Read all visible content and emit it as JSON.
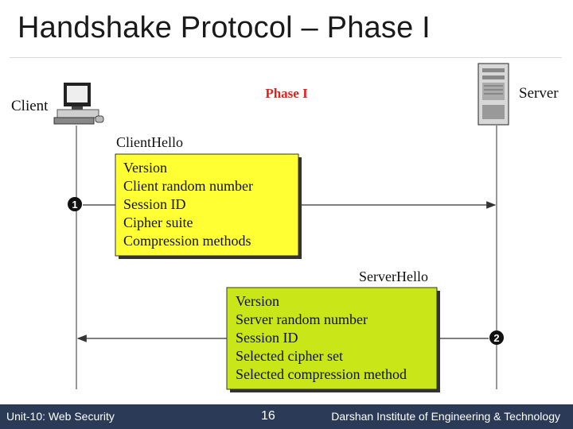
{
  "slide": {
    "title": "Handshake Protocol – Phase I"
  },
  "diagram": {
    "phase_label": "Phase I",
    "client_label": "Client",
    "server_label": "Server",
    "client_hello": {
      "title": "ClientHello",
      "step": "1",
      "fields": [
        "Version",
        "Client random number",
        "Session ID",
        "Cipher suite",
        "Compression methods"
      ]
    },
    "server_hello": {
      "title": "ServerHello",
      "step": "2",
      "fields": [
        "Version",
        "Server random number",
        "Session ID",
        "Selected cipher set",
        "Selected compression method"
      ]
    },
    "colors": {
      "client_box": "#ffff33",
      "server_box": "#c9e619",
      "phase_label": "#e8201a"
    }
  },
  "footer": {
    "unit": "Unit-10: Web Security",
    "page": "16",
    "institute": "Darshan Institute of Engineering & Technology"
  }
}
